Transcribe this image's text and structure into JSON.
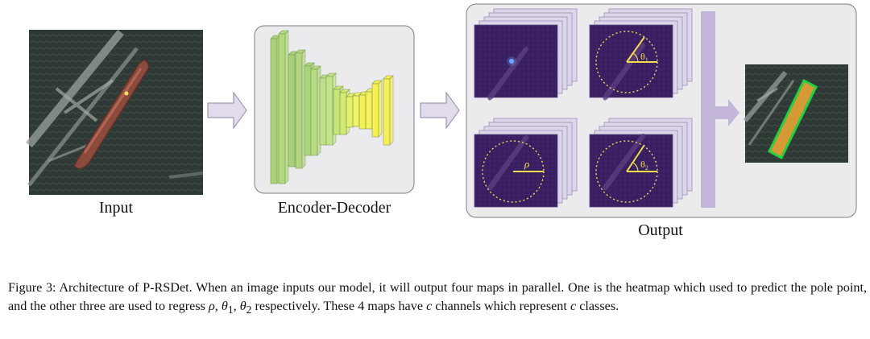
{
  "figure": {
    "labels": {
      "input": "Input",
      "encoder_decoder": "Encoder-Decoder",
      "output": "Output"
    },
    "symbols": {
      "rho": "ρ",
      "theta1": "θ",
      "theta1_sub": "1",
      "theta2": "θ",
      "theta2_sub": "2"
    },
    "colors": {
      "panel_bg": "#ebebee",
      "arrow": "#cfc8df",
      "bar": "#c3b6d8",
      "heatmap_bg": "#3a1f63",
      "guide": "#f2dd4a",
      "box": "#22d040"
    },
    "encoder_decoder_bars": 16
  },
  "caption": {
    "prefix": "Figure 3: Architecture of P-RSDet. When an image inputs our model, it will output four maps in parallel. One is the heatmap which used to predict the pole point, and the other three are used to regress ",
    "rho": "ρ",
    "sep1": ", ",
    "theta": "θ",
    "sub1": "1",
    "sep2": ", ",
    "sub2": "2",
    "middle": " respectively. These ",
    "count": "4",
    "middle2": " maps have ",
    "var1": "c",
    "middle3": " channels which represent ",
    "var2": "c",
    "suffix": " classes."
  }
}
